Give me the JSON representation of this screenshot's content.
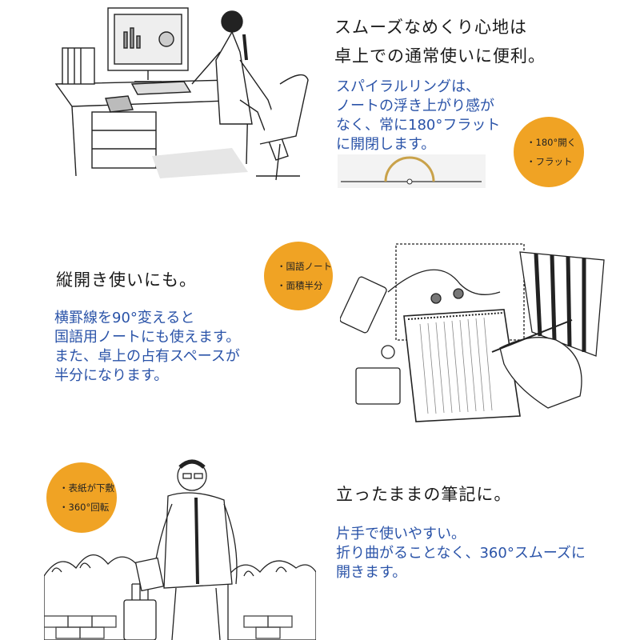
{
  "section1": {
    "heading": [
      "スムーズなめくり心地は",
      "卓上での通常使いに便利。"
    ],
    "body": [
      "スパイラルリングは、",
      "ノートの浮き上がり感が",
      "なく、常に180°フラット",
      "に開閉します。"
    ],
    "badge": [
      "・180°開く",
      "・フラット"
    ]
  },
  "section2": {
    "heading": [
      "縦開き使いにも。"
    ],
    "body": [
      "横罫線を90°変えると",
      "国語用ノートにも使えます。",
      "また、卓上の占有スペースが",
      "半分になります。"
    ],
    "badge": [
      "・国語ノート",
      "・面積半分"
    ]
  },
  "section3": {
    "heading": [
      "立ったままの筆記に。"
    ],
    "body": [
      "片手で使いやすい。",
      "折り曲がることなく、360°スムーズに",
      "開きます。"
    ],
    "badge": [
      "・表紙が下敷",
      "・360°回転"
    ]
  },
  "colors": {
    "badge": "#f0a324",
    "body_text": "#2a53a8",
    "heading": "#1a1a1a",
    "ring": "#c9a24a"
  }
}
